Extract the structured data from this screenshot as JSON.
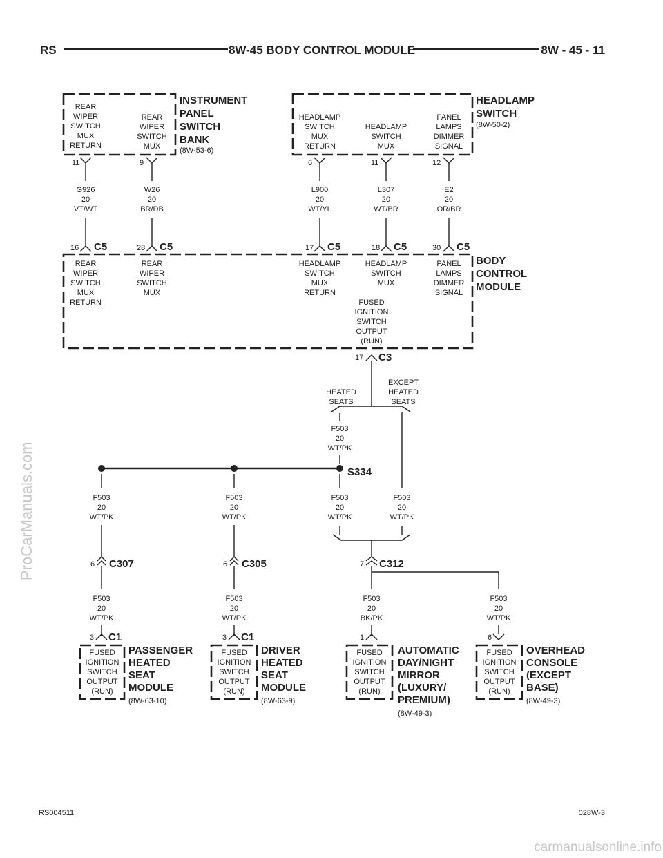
{
  "header": {
    "left": "RS",
    "title": "8W-45 BODY CONTROL MODULE",
    "right": "8W - 45 - 11"
  },
  "footer": {
    "left": "RS004511",
    "right": "028W-3"
  },
  "watermarks": {
    "side": "ProCarManuals.com",
    "bottom": "carmanualsonline.info"
  },
  "components": {
    "instrument_panel_switch_bank": {
      "name": [
        "INSTRUMENT",
        "PANEL",
        "SWITCH",
        "BANK"
      ],
      "ref": "(8W-53-6)",
      "pins": [
        {
          "pin": "11",
          "func": [
            "REAR",
            "WIPER",
            "SWITCH",
            "MUX",
            "RETURN"
          ]
        },
        {
          "pin": "9",
          "func": [
            "REAR",
            "WIPER",
            "SWITCH",
            "MUX"
          ]
        }
      ]
    },
    "headlamp_switch": {
      "name": [
        "HEADLAMP",
        "SWITCH"
      ],
      "ref": "(8W-50-2)",
      "pins": [
        {
          "pin": "6",
          "func": [
            "HEADLAMP",
            "SWITCH",
            "MUX",
            "RETURN"
          ]
        },
        {
          "pin": "11",
          "func": [
            "HEADLAMP",
            "SWITCH",
            "MUX"
          ]
        },
        {
          "pin": "12",
          "func": [
            "PANEL",
            "LAMPS",
            "DIMMER",
            "SIGNAL"
          ]
        }
      ]
    },
    "body_control_module": {
      "name": [
        "BODY",
        "CONTROL",
        "MODULE"
      ],
      "pins": [
        {
          "pin": "16",
          "connector": "C5",
          "func": [
            "REAR",
            "WIPER",
            "SWITCH",
            "MUX",
            "RETURN"
          ]
        },
        {
          "pin": "28",
          "connector": "C5",
          "func": [
            "REAR",
            "WIPER",
            "SWITCH",
            "MUX"
          ]
        },
        {
          "pin": "17",
          "connector": "C5",
          "func": [
            "HEADLAMP",
            "SWITCH",
            "MUX",
            "RETURN"
          ]
        },
        {
          "pin": "18",
          "connector": "C5",
          "func": [
            "HEADLAMP",
            "SWITCH",
            "MUX"
          ]
        },
        {
          "pin": "30",
          "connector": "C5",
          "func": [
            "PANEL",
            "LAMPS",
            "DIMMER",
            "SIGNAL"
          ]
        },
        {
          "pin": "17",
          "connector": "C3",
          "func": [
            "FUSED",
            "IGNITION",
            "SWITCH",
            "OUTPUT",
            "(RUN)"
          ]
        }
      ]
    },
    "passenger_heated_seat_module": {
      "name": [
        "PASSENGER",
        "HEATED",
        "SEAT",
        "MODULE"
      ],
      "ref": "(8W-63-10)",
      "pin": "3",
      "connector": "C1",
      "func": [
        "FUSED",
        "IGNITION",
        "SWITCH",
        "OUTPUT",
        "(RUN)"
      ]
    },
    "driver_heated_seat_module": {
      "name": [
        "DRIVER",
        "HEATED",
        "SEAT",
        "MODULE"
      ],
      "ref": "(8W-63-9)",
      "pin": "3",
      "connector": "C1",
      "func": [
        "FUSED",
        "IGNITION",
        "SWITCH",
        "OUTPUT",
        "(RUN)"
      ]
    },
    "auto_day_night_mirror": {
      "name": [
        "AUTOMATIC",
        "DAY/NIGHT",
        "MIRROR",
        "(LUXURY/",
        "PREMIUM)"
      ],
      "ref": "(8W-49-3)",
      "pin": "1",
      "func": [
        "FUSED",
        "IGNITION",
        "SWITCH",
        "OUTPUT",
        "(RUN)"
      ]
    },
    "overhead_console": {
      "name": [
        "OVERHEAD",
        "CONSOLE",
        "(EXCEPT",
        "BASE)"
      ],
      "ref": "(8W-49-3)",
      "pin": "6",
      "func": [
        "FUSED",
        "IGNITION",
        "SWITCH",
        "OUTPUT",
        "(RUN)"
      ]
    }
  },
  "wires": {
    "g926": [
      "G926",
      "20",
      "VT/WT"
    ],
    "w26": [
      "W26",
      "20",
      "BR/DB"
    ],
    "l900": [
      "L900",
      "20",
      "WT/YL"
    ],
    "l307": [
      "L307",
      "20",
      "WT/BR"
    ],
    "e2": [
      "E2",
      "20",
      "OR/BR"
    ],
    "f503_wtpk": [
      "F503",
      "20",
      "WT/PK"
    ],
    "f503_bkpk": [
      "F503",
      "20",
      "BK/PK"
    ]
  },
  "options": {
    "heated": [
      "HEATED",
      "SEATS"
    ],
    "except_heated": [
      "EXCEPT",
      "HEATED",
      "SEATS"
    ]
  },
  "splice": "S334",
  "connectors": {
    "c307": {
      "name": "C307",
      "pin": "6"
    },
    "c305": {
      "name": "C305",
      "pin": "6"
    },
    "c312": {
      "name": "C312",
      "pin": "7"
    }
  }
}
